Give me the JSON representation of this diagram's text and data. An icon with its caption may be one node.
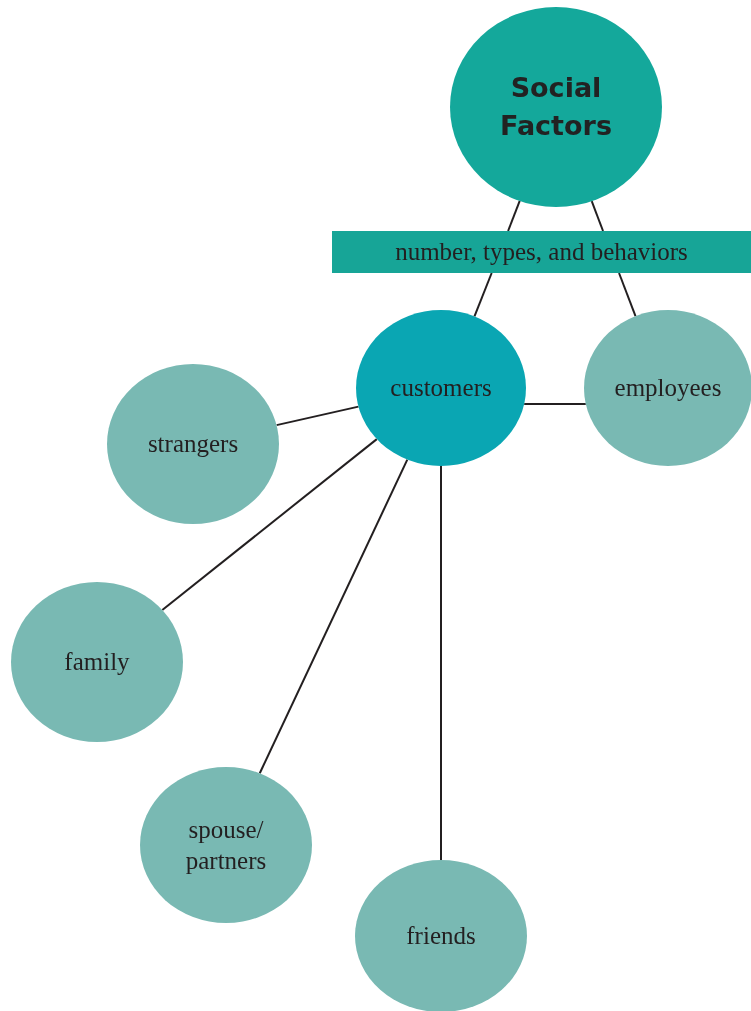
{
  "diagram": {
    "nodes": [
      {
        "text": [
          "Social Factors"
        ]
      },
      {
        "text": [
          "number, types, and behaviors"
        ]
      },
      {
        "text": [
          "customers"
        ]
      },
      {
        "text": [
          "employees"
        ]
      },
      {
        "text": [
          "strangers"
        ]
      },
      {
        "text": [
          "family"
        ]
      },
      {
        "text": [
          "spouse/ partners"
        ]
      },
      {
        "text": [
          "friends"
        ]
      }
    ],
    "edges": [
      {
        "from": 0,
        "to": 1,
        "arrow": "none"
      },
      {
        "from": 0,
        "to": 1,
        "arrow": "none"
      },
      {
        "from": 1,
        "to": 2,
        "arrow": "none"
      },
      {
        "from": 1,
        "to": 3,
        "arrow": "none"
      },
      {
        "from": 2,
        "to": 3,
        "arrow": "none"
      },
      {
        "from": 2,
        "to": 4,
        "arrow": "none"
      },
      {
        "from": 2,
        "to": 5,
        "arrow": "none"
      },
      {
        "from": 2,
        "to": 6,
        "arrow": "none"
      },
      {
        "from": 2,
        "to": 7,
        "arrow": "none"
      }
    ]
  }
}
